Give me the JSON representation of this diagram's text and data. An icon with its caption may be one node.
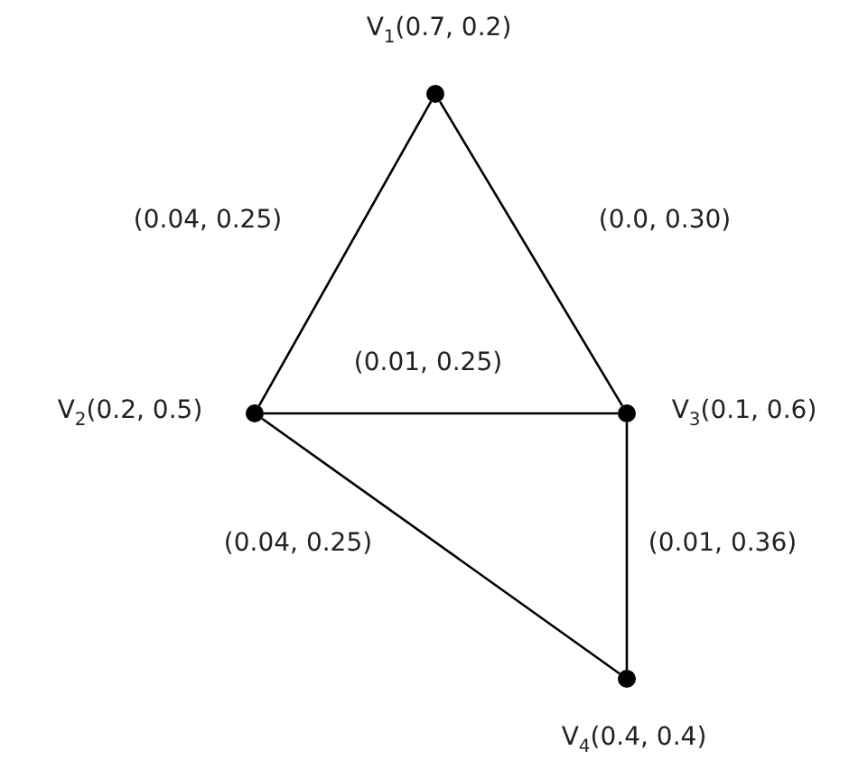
{
  "diagram": {
    "nodes": [
      {
        "text": [],
        "shape": "circle",
        "beside": [
          "V$_{1}$(0.7, 0.2)"
        ]
      },
      {
        "text": [],
        "shape": "circle",
        "beside": [
          "V$_{2}$(0.2, 0.5)"
        ]
      },
      {
        "text": [],
        "shape": "circle",
        "beside": [
          "V$_{3}$(0.1, 0.6)"
        ]
      },
      {
        "text": [],
        "shape": "circle",
        "beside": [
          "V$_{4}$(0.4, 0.4)"
        ]
      }
    ],
    "edges": [
      {
        "from": 0,
        "to": 1,
        "arrow": "none",
        "label": "(0.04, 0.25)"
      },
      {
        "from": 0,
        "to": 2,
        "arrow": "none",
        "label": "(0.0, 0.30)"
      },
      {
        "from": 1,
        "to": 2,
        "arrow": "none",
        "label": "(0.01, 0.25)"
      },
      {
        "from": 2,
        "to": 3,
        "arrow": "none",
        "label": "(0.01, 0.36)"
      },
      {
        "from": 1,
        "to": 3,
        "arrow": "none",
        "label": "(0.04, 0.25)"
      }
    ]
  }
}
